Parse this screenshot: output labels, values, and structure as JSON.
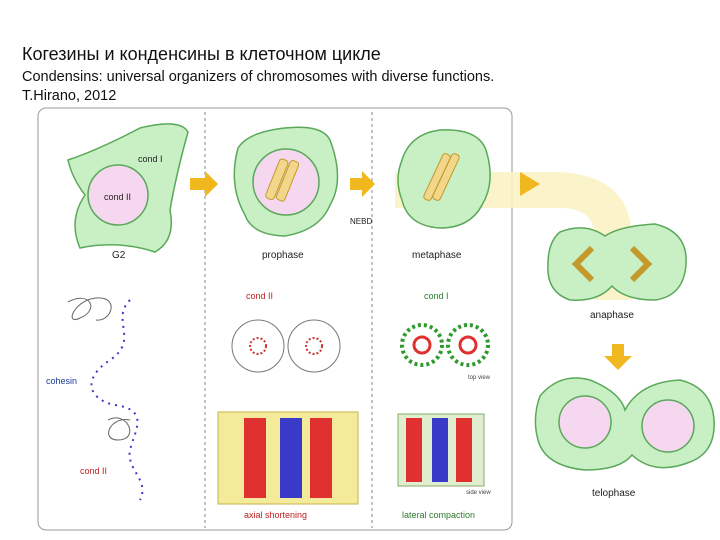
{
  "slide": {
    "title": "Когезины и конденсины в клеточном цикле",
    "subtitle": "Condensins: universal organizers of chromosomes with diverse functions.",
    "citation": "T.Hirano, 2012"
  },
  "figure": {
    "stages": {
      "g2": "G2",
      "prophase": "prophase",
      "metaphase": "metaphase",
      "anaphase": "anaphase",
      "telophase": "telophase"
    },
    "labels": {
      "cond_i": "cond I",
      "cond_ii": "cond II",
      "nebd": "NEBD",
      "cohesin": "cohesin",
      "cond_ii_prophase": "cond II",
      "cond_i_metaphase": "cond I",
      "cond_ii_lower": "cond II",
      "top_view": "top view",
      "side_view": "side view",
      "axial_shortening": "axial shortening",
      "lateral_compaction": "lateral compaction"
    },
    "colors": {
      "cytoplasm": "#c9f0c4",
      "nucleus": "#f5d7ef",
      "arrow": "#f0b81e",
      "band": "#fbf3c4",
      "cond_red": "#e03030",
      "cohesin_blue": "#3a3ac8",
      "green_marker": "#2e9a2e"
    }
  }
}
